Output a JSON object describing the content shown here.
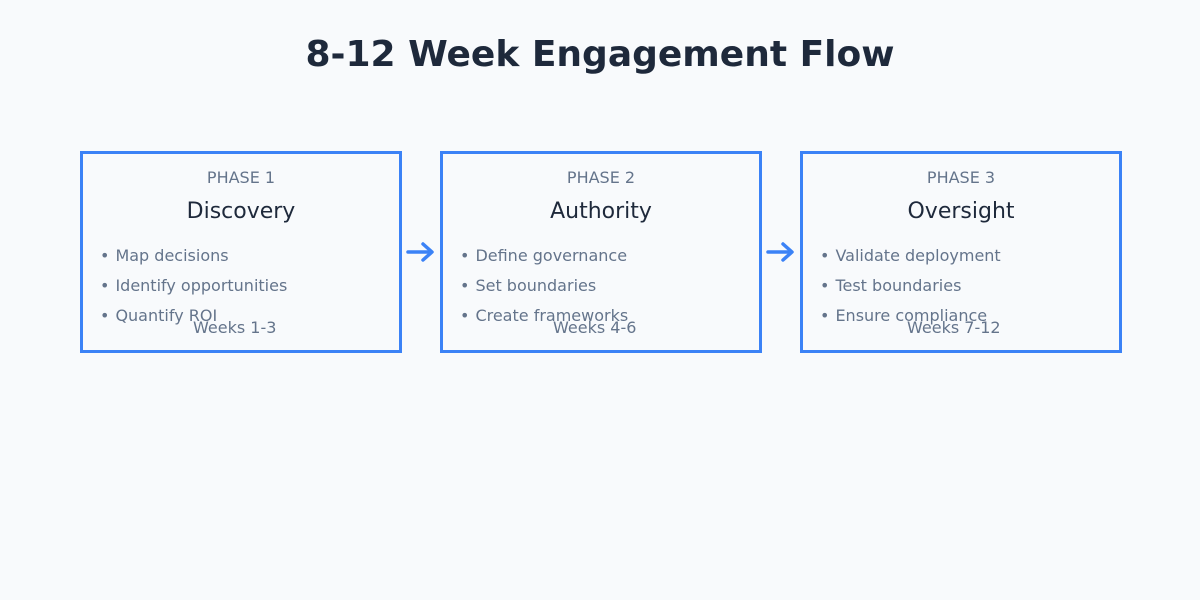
{
  "title": "8-12 Week Engagement Flow",
  "colors": {
    "accent": "#3b82f6",
    "title": "#1e293b",
    "muted": "#64748b",
    "background": "#f8fafc"
  },
  "phases": [
    {
      "label": "PHASE 1",
      "name": "Discovery",
      "bullets": [
        "Map decisions",
        "Identify opportunities",
        "Quantify ROI"
      ],
      "weeks": "Weeks 1-3"
    },
    {
      "label": "PHASE 2",
      "name": "Authority",
      "bullets": [
        "Define governance",
        "Set boundaries",
        "Create frameworks"
      ],
      "weeks": "Weeks 4-6"
    },
    {
      "label": "PHASE 3",
      "name": "Oversight",
      "bullets": [
        "Validate deployment",
        "Test boundaries",
        "Ensure compliance"
      ],
      "weeks": "Weeks 7-12"
    }
  ],
  "arrows": [
    "arrow-right-icon",
    "arrow-right-icon"
  ]
}
